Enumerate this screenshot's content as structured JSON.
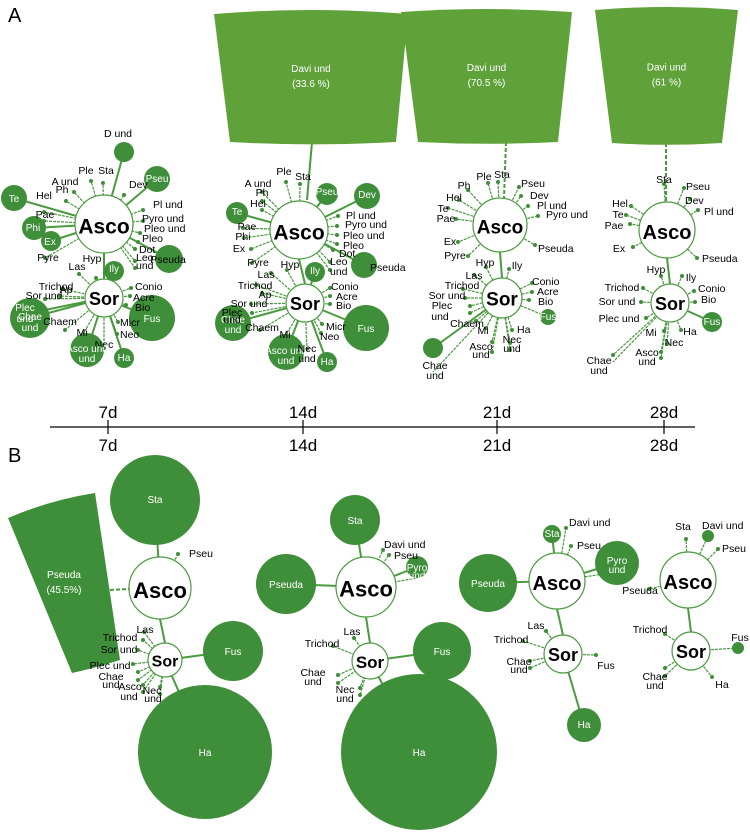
{
  "panels": {
    "a": "A",
    "b": "B"
  },
  "colors": {
    "node": "#3f8f3a",
    "node_light": "#5fa23a",
    "edge": "#4a9a3f",
    "hub_stroke": "#4a9a3f"
  },
  "timeline": {
    "labels": [
      "7d",
      "14d",
      "21d",
      "28d"
    ]
  },
  "panel_a_networks": [
    {
      "time": "7d",
      "hubs": [
        {
          "id": "asco",
          "label": "Asco"
        },
        {
          "id": "sor",
          "label": "Sor"
        }
      ],
      "nodes": [
        {
          "label": "D und"
        },
        {
          "label": "Ple"
        },
        {
          "label": "Sta"
        },
        {
          "label": "A und"
        },
        {
          "label": "Ph"
        },
        {
          "label": "Pseu"
        },
        {
          "label": "Dev"
        },
        {
          "label": "Hel"
        },
        {
          "label": "Te"
        },
        {
          "label": "Pae"
        },
        {
          "label": "Phi"
        },
        {
          "label": "Ex"
        },
        {
          "label": "Pyre"
        },
        {
          "label": "Pl und"
        },
        {
          "label": "Pyro und"
        },
        {
          "label": "Pleo und"
        },
        {
          "label": "Pleo"
        },
        {
          "label": "Dot"
        },
        {
          "label": "Leo"
        },
        {
          "label": "und"
        },
        {
          "label": "Pseuda"
        },
        {
          "label": "Las"
        },
        {
          "label": "Hyp"
        },
        {
          "label": "Ily"
        },
        {
          "label": "Trichod"
        },
        {
          "label": "Ap"
        },
        {
          "label": "Sor und"
        },
        {
          "label": "Plec"
        },
        {
          "label": "Conio"
        },
        {
          "label": "Acre"
        },
        {
          "label": "Bio"
        },
        {
          "label": "Fus"
        },
        {
          "label": "Chaem"
        },
        {
          "label": "Mi"
        },
        {
          "label": "Micr"
        },
        {
          "label": "Neo"
        },
        {
          "label": "Nec"
        },
        {
          "label": "Chae"
        },
        {
          "label": "Asco und"
        },
        {
          "label": "Ha"
        }
      ]
    },
    {
      "time": "14d",
      "hubs": [
        {
          "id": "asco",
          "label": "Asco"
        },
        {
          "id": "sor",
          "label": "Sor"
        }
      ],
      "big": {
        "label": "Davi und",
        "pct": "(33.6 %)"
      },
      "nodes": [
        {
          "label": "Ple"
        },
        {
          "label": "Sta"
        },
        {
          "label": "A und"
        },
        {
          "label": "Ph"
        },
        {
          "label": "Hel"
        },
        {
          "label": "Pseu"
        },
        {
          "label": "Dev"
        },
        {
          "label": "Te"
        },
        {
          "label": "Pae"
        },
        {
          "label": "Phi"
        },
        {
          "label": "Ex"
        },
        {
          "label": "Pyre"
        },
        {
          "label": "Pl und"
        },
        {
          "label": "Pyro und"
        },
        {
          "label": "Pleo und"
        },
        {
          "label": "Pleo"
        },
        {
          "label": "Dot"
        },
        {
          "label": "Leo"
        },
        {
          "label": "und"
        },
        {
          "label": "Pseuda"
        },
        {
          "label": "Hyp"
        },
        {
          "label": "Las"
        },
        {
          "label": "Ily"
        },
        {
          "label": "Trichod"
        },
        {
          "label": "Ap"
        },
        {
          "label": "Sor und"
        },
        {
          "label": "Plec"
        },
        {
          "label": "Conio"
        },
        {
          "label": "Acre"
        },
        {
          "label": "Bio"
        },
        {
          "label": "Fus"
        },
        {
          "label": "Chaem"
        },
        {
          "label": "Mi"
        },
        {
          "label": "Micr"
        },
        {
          "label": "Neo"
        },
        {
          "label": "Chae"
        },
        {
          "label": "Asco und"
        },
        {
          "label": "Nec"
        },
        {
          "label": "Ha"
        }
      ]
    },
    {
      "time": "21d",
      "hubs": [
        {
          "id": "asco",
          "label": "Asco"
        },
        {
          "id": "sor",
          "label": "Sor"
        }
      ],
      "big": {
        "label": "Davi und",
        "pct": "(70.5 %)"
      },
      "nodes": [
        {
          "label": "Ple"
        },
        {
          "label": "Sta"
        },
        {
          "label": "Ph"
        },
        {
          "label": "Pseu"
        },
        {
          "label": "Dev"
        },
        {
          "label": "Hel"
        },
        {
          "label": "Pl und"
        },
        {
          "label": "Te"
        },
        {
          "label": "Pyro und"
        },
        {
          "label": "Pae"
        },
        {
          "label": "Ex"
        },
        {
          "label": "Pseuda"
        },
        {
          "label": "Pyre"
        },
        {
          "label": "Hyp"
        },
        {
          "label": "Ily"
        },
        {
          "label": "Las"
        },
        {
          "label": "Trichod"
        },
        {
          "label": "Conio"
        },
        {
          "label": "Acre"
        },
        {
          "label": "Sor und"
        },
        {
          "label": "Bio"
        },
        {
          "label": "Plec"
        },
        {
          "label": "und"
        },
        {
          "label": "Fus"
        },
        {
          "label": "Chaem"
        },
        {
          "label": "Mi"
        },
        {
          "label": "Ha"
        },
        {
          "label": "Asco"
        },
        {
          "label": "Nec"
        },
        {
          "label": "und"
        },
        {
          "label": "und"
        },
        {
          "label": "Chae"
        },
        {
          "label": "und"
        }
      ]
    },
    {
      "time": "28d",
      "hubs": [
        {
          "id": "asco",
          "label": "Asco"
        },
        {
          "id": "sor",
          "label": "Sor"
        }
      ],
      "big": {
        "label": "Davi und",
        "pct": "(61 %)"
      },
      "nodes": [
        {
          "label": "Sta"
        },
        {
          "label": "Pseu"
        },
        {
          "label": "Dev"
        },
        {
          "label": "Hel"
        },
        {
          "label": "Pl und"
        },
        {
          "label": "Te"
        },
        {
          "label": "Pae"
        },
        {
          "label": "Ex"
        },
        {
          "label": "Pseuda"
        },
        {
          "label": "Hyp"
        },
        {
          "label": "Ily"
        },
        {
          "label": "Trichod"
        },
        {
          "label": "Conio"
        },
        {
          "label": "Sor und"
        },
        {
          "label": "Bio"
        },
        {
          "label": "Plec und"
        },
        {
          "label": "Fus"
        },
        {
          "label": "Mi"
        },
        {
          "label": "Ha"
        },
        {
          "label": "Nec"
        },
        {
          "label": "Asco"
        },
        {
          "label": "und"
        },
        {
          "label": "Chae"
        },
        {
          "label": "und"
        }
      ]
    }
  ],
  "panel_b_networks": [
    {
      "hubs": [
        {
          "id": "asco",
          "label": "Asco"
        },
        {
          "id": "sor",
          "label": "Sor"
        }
      ],
      "pseuda_big": {
        "label": "Pseuda",
        "pct": "(45.5%)"
      },
      "nodes": [
        {
          "label": "Sta"
        },
        {
          "label": "Pseu"
        },
        {
          "label": "Fus"
        },
        {
          "label": "Las"
        },
        {
          "label": "Trichod"
        },
        {
          "label": "Sor und"
        },
        {
          "label": "Plec und"
        },
        {
          "label": "Chae"
        },
        {
          "label": "und"
        },
        {
          "label": "Asco"
        },
        {
          "label": "und"
        },
        {
          "label": "Nec"
        },
        {
          "label": "und"
        },
        {
          "label": "Ha"
        }
      ]
    },
    {
      "hubs": [
        {
          "id": "asco",
          "label": "Asco"
        },
        {
          "id": "sor",
          "label": "Sor"
        }
      ],
      "nodes": [
        {
          "label": "Sta"
        },
        {
          "label": "Davi und"
        },
        {
          "label": "Pseu"
        },
        {
          "label": "Pyro"
        },
        {
          "label": "und"
        },
        {
          "label": "Pseuda"
        },
        {
          "label": "Las"
        },
        {
          "label": "Trichod"
        },
        {
          "label": "Fus"
        },
        {
          "label": "Chae"
        },
        {
          "label": "und"
        },
        {
          "label": "Nec"
        },
        {
          "label": "und"
        },
        {
          "label": "Ha"
        }
      ]
    },
    {
      "hubs": [
        {
          "id": "asco",
          "label": "Asco"
        },
        {
          "id": "sor",
          "label": "Sor"
        }
      ],
      "nodes": [
        {
          "label": "Davi und"
        },
        {
          "label": "Sta"
        },
        {
          "label": "Pseu"
        },
        {
          "label": "Pyro"
        },
        {
          "label": "und"
        },
        {
          "label": "Pseuda"
        },
        {
          "label": "Las"
        },
        {
          "label": "Trichod"
        },
        {
          "label": "Chae"
        },
        {
          "label": "und"
        },
        {
          "label": "Fus"
        },
        {
          "label": "Ha"
        }
      ]
    },
    {
      "hubs": [
        {
          "id": "asco",
          "label": "Asco"
        },
        {
          "id": "sor",
          "label": "Sor"
        }
      ],
      "nodes": [
        {
          "label": "Sta"
        },
        {
          "label": "Davi und"
        },
        {
          "label": "Pseu"
        },
        {
          "label": "Pseuda"
        },
        {
          "label": "Trichod"
        },
        {
          "label": "Fus"
        },
        {
          "label": "Chae"
        },
        {
          "label": "und"
        },
        {
          "label": "Ha"
        }
      ]
    }
  ]
}
